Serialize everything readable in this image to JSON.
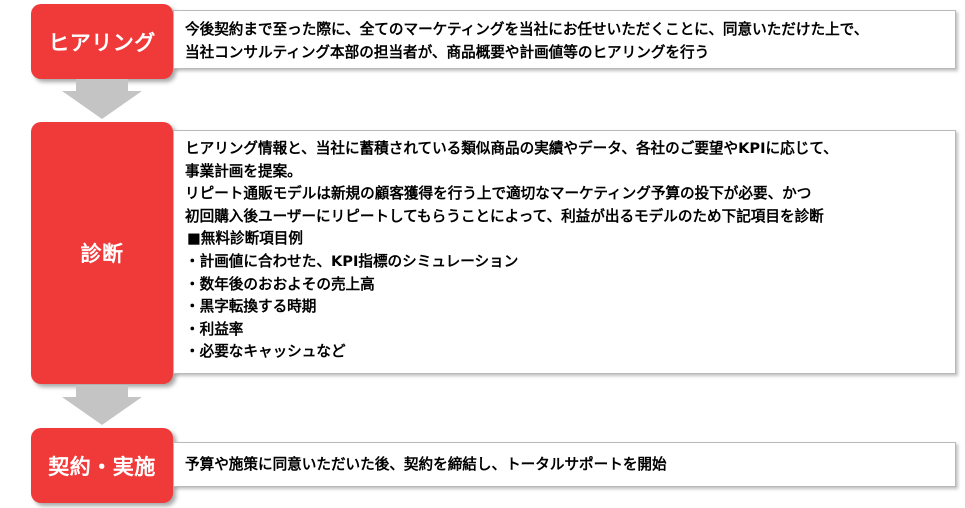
{
  "steps": [
    {
      "label": "ヒアリング",
      "lines": [
        "今後契約まで至った際に、全てのマーケティングを当社にお任せいただくことに、同意いただけた上で、",
        "当社コンサルティング本部の担当者が、商品概要や計画値等のヒアリングを行う"
      ]
    },
    {
      "label": "診断",
      "lines": [
        "ヒアリング情報と、当社に蓄積されている類似商品の実績やデータ、各社のご要望やKPIに応じて、",
        "事業計画を提案。",
        "リピート通販モデルは新規の顧客獲得を行う上で適切なマーケティング予算の投下が必要、かつ",
        "初回購入後ユーザーにリピートしてもらうことによって、利益が出るモデルのため下記項目を診断",
        "■無料診断項目例",
        "・計画値に合わせた、KPI指標のシミュレーション",
        "・数年後のおおよその売上高",
        "・黒字転換する時期",
        "・利益率",
        "・必要なキャッシュなど"
      ]
    },
    {
      "label": "契約・実施",
      "lines": [
        "予算や施策に同意いただいた後、契約を締結し、トータルサポートを開始"
      ]
    }
  ],
  "colors": {
    "step_fill": "#f03a3a",
    "arrow_fill": "#c4c4c4",
    "panel_border": "#b9b9b9"
  }
}
